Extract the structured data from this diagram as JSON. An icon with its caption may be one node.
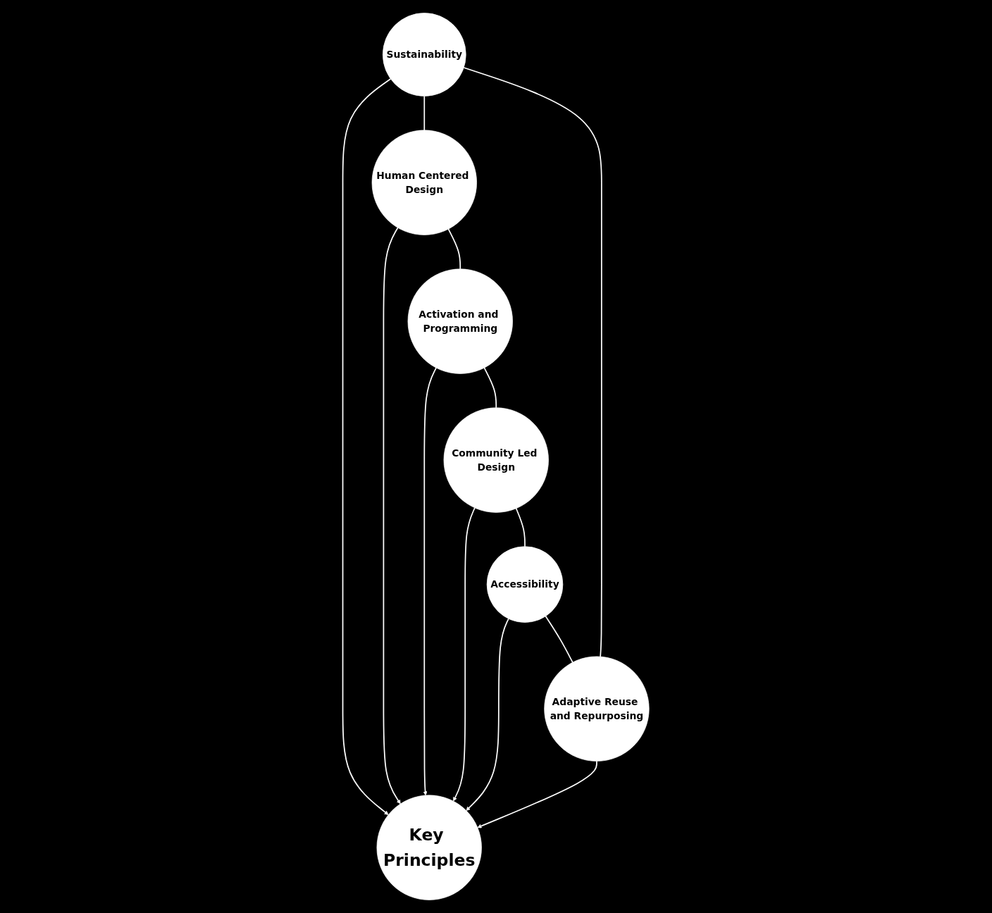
{
  "diagram": {
    "nodes": [
      {
        "text": [
          "Sustainability"
        ]
      },
      {
        "text": [
          "Human Centered Design"
        ]
      },
      {
        "text": [
          "Adaptive Reuse and Repurposing"
        ]
      },
      {
        "text": [
          "Key Principles"
        ]
      },
      {
        "text": [
          "Activation and Programming"
        ]
      },
      {
        "text": [
          "Accessibility"
        ]
      },
      {
        "text": [
          "Community Led Design"
        ]
      }
    ],
    "edges": [
      {
        "from": 0,
        "to": 3,
        "arrow": "to"
      },
      {
        "from": 1,
        "to": 3,
        "arrow": "to"
      },
      {
        "from": 2,
        "to": 3,
        "arrow": "to"
      },
      {
        "from": 4,
        "to": 3,
        "arrow": "to"
      },
      {
        "from": 5,
        "to": 3,
        "arrow": "to"
      },
      {
        "from": 6,
        "to": 3,
        "arrow": "to"
      },
      {
        "from": 0,
        "to": 1,
        "arrow": "none"
      },
      {
        "from": 1,
        "to": 4,
        "arrow": "none"
      },
      {
        "from": 4,
        "to": 6,
        "arrow": "none"
      },
      {
        "from": 6,
        "to": 5,
        "arrow": "none"
      },
      {
        "from": 5,
        "to": 2,
        "arrow": "none"
      },
      {
        "from": 2,
        "to": 0,
        "arrow": "none"
      }
    ]
  }
}
